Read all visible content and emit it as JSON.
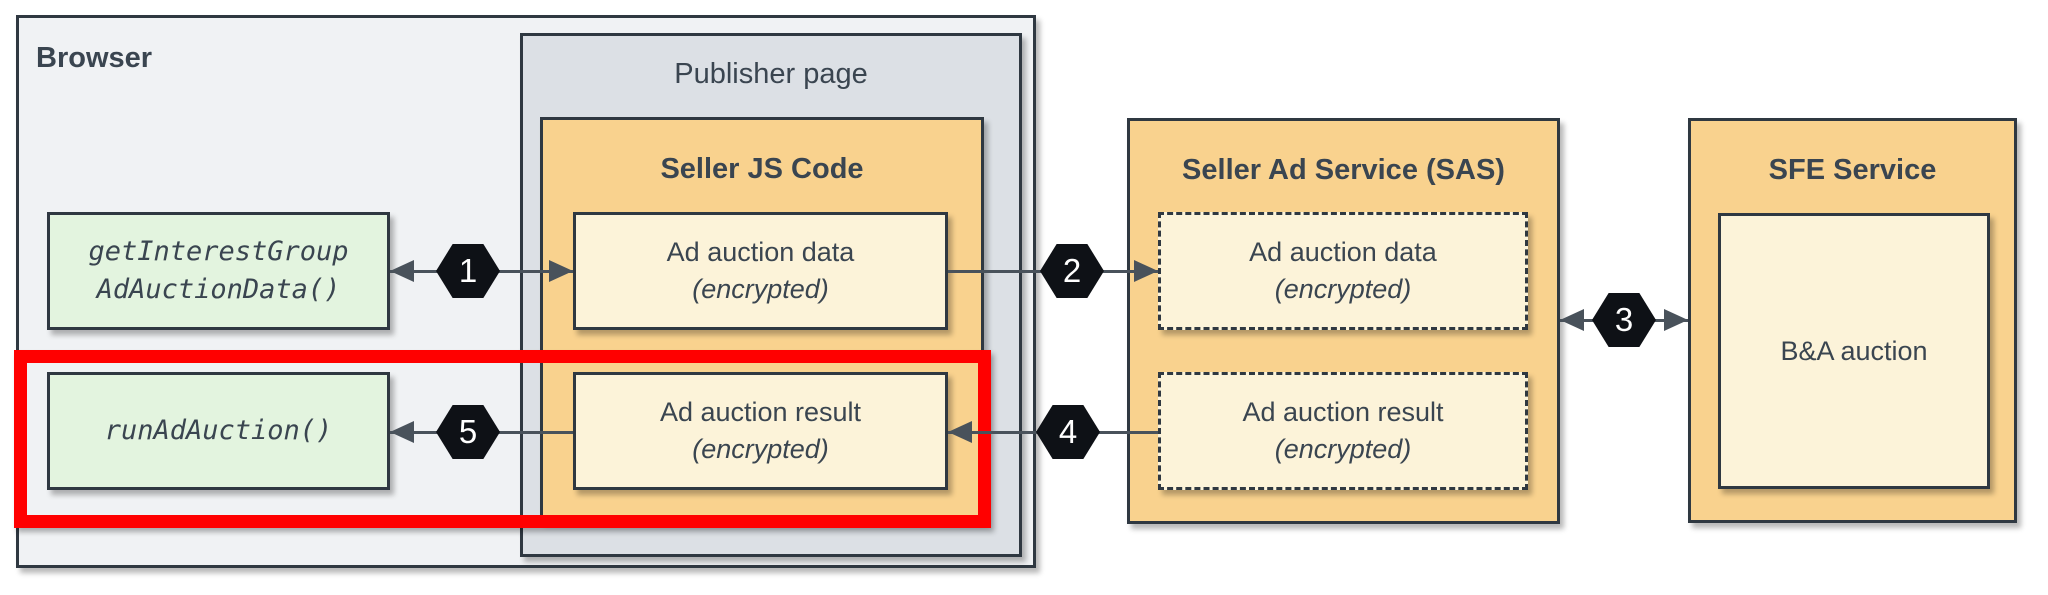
{
  "colors": {
    "orange": "#F9D28E",
    "cream": "#FCF3D9",
    "green": "#E3F4DF",
    "browser-bg": "#F0F2F4",
    "publisher-bg": "#DCE0E5",
    "line-dark": "#2F3841",
    "arrow": "#49525B",
    "text": "#3A4550",
    "highlight-red": "#FF0000",
    "hex-bg": "#0E1116",
    "hex-text": "#FFFFFF"
  },
  "browser": {
    "label": "Browser",
    "get_interest_group": {
      "line1": "getInterestGroup",
      "line2": "AdAuctionData()"
    },
    "run_ad_auction": {
      "label": "runAdAuction()"
    },
    "publisher_page": {
      "label": "Publisher page",
      "seller_js": {
        "title": "Seller JS Code",
        "ad_auction_data": {
          "line1": "Ad auction data",
          "line2": "(encrypted)"
        },
        "ad_auction_result": {
          "line1": "Ad auction result",
          "line2": "(encrypted)"
        }
      }
    }
  },
  "sas": {
    "title": "Seller Ad Service (SAS)",
    "ad_auction_data": {
      "line1": "Ad auction data",
      "line2": "(encrypted)"
    },
    "ad_auction_result": {
      "line1": "Ad auction result",
      "line2": "(encrypted)"
    }
  },
  "sfe": {
    "title": "SFE Service",
    "ba_auction": {
      "label": "B&A auction"
    }
  },
  "steps": {
    "1": "1",
    "2": "2",
    "3": "3",
    "4": "4",
    "5": "5"
  }
}
